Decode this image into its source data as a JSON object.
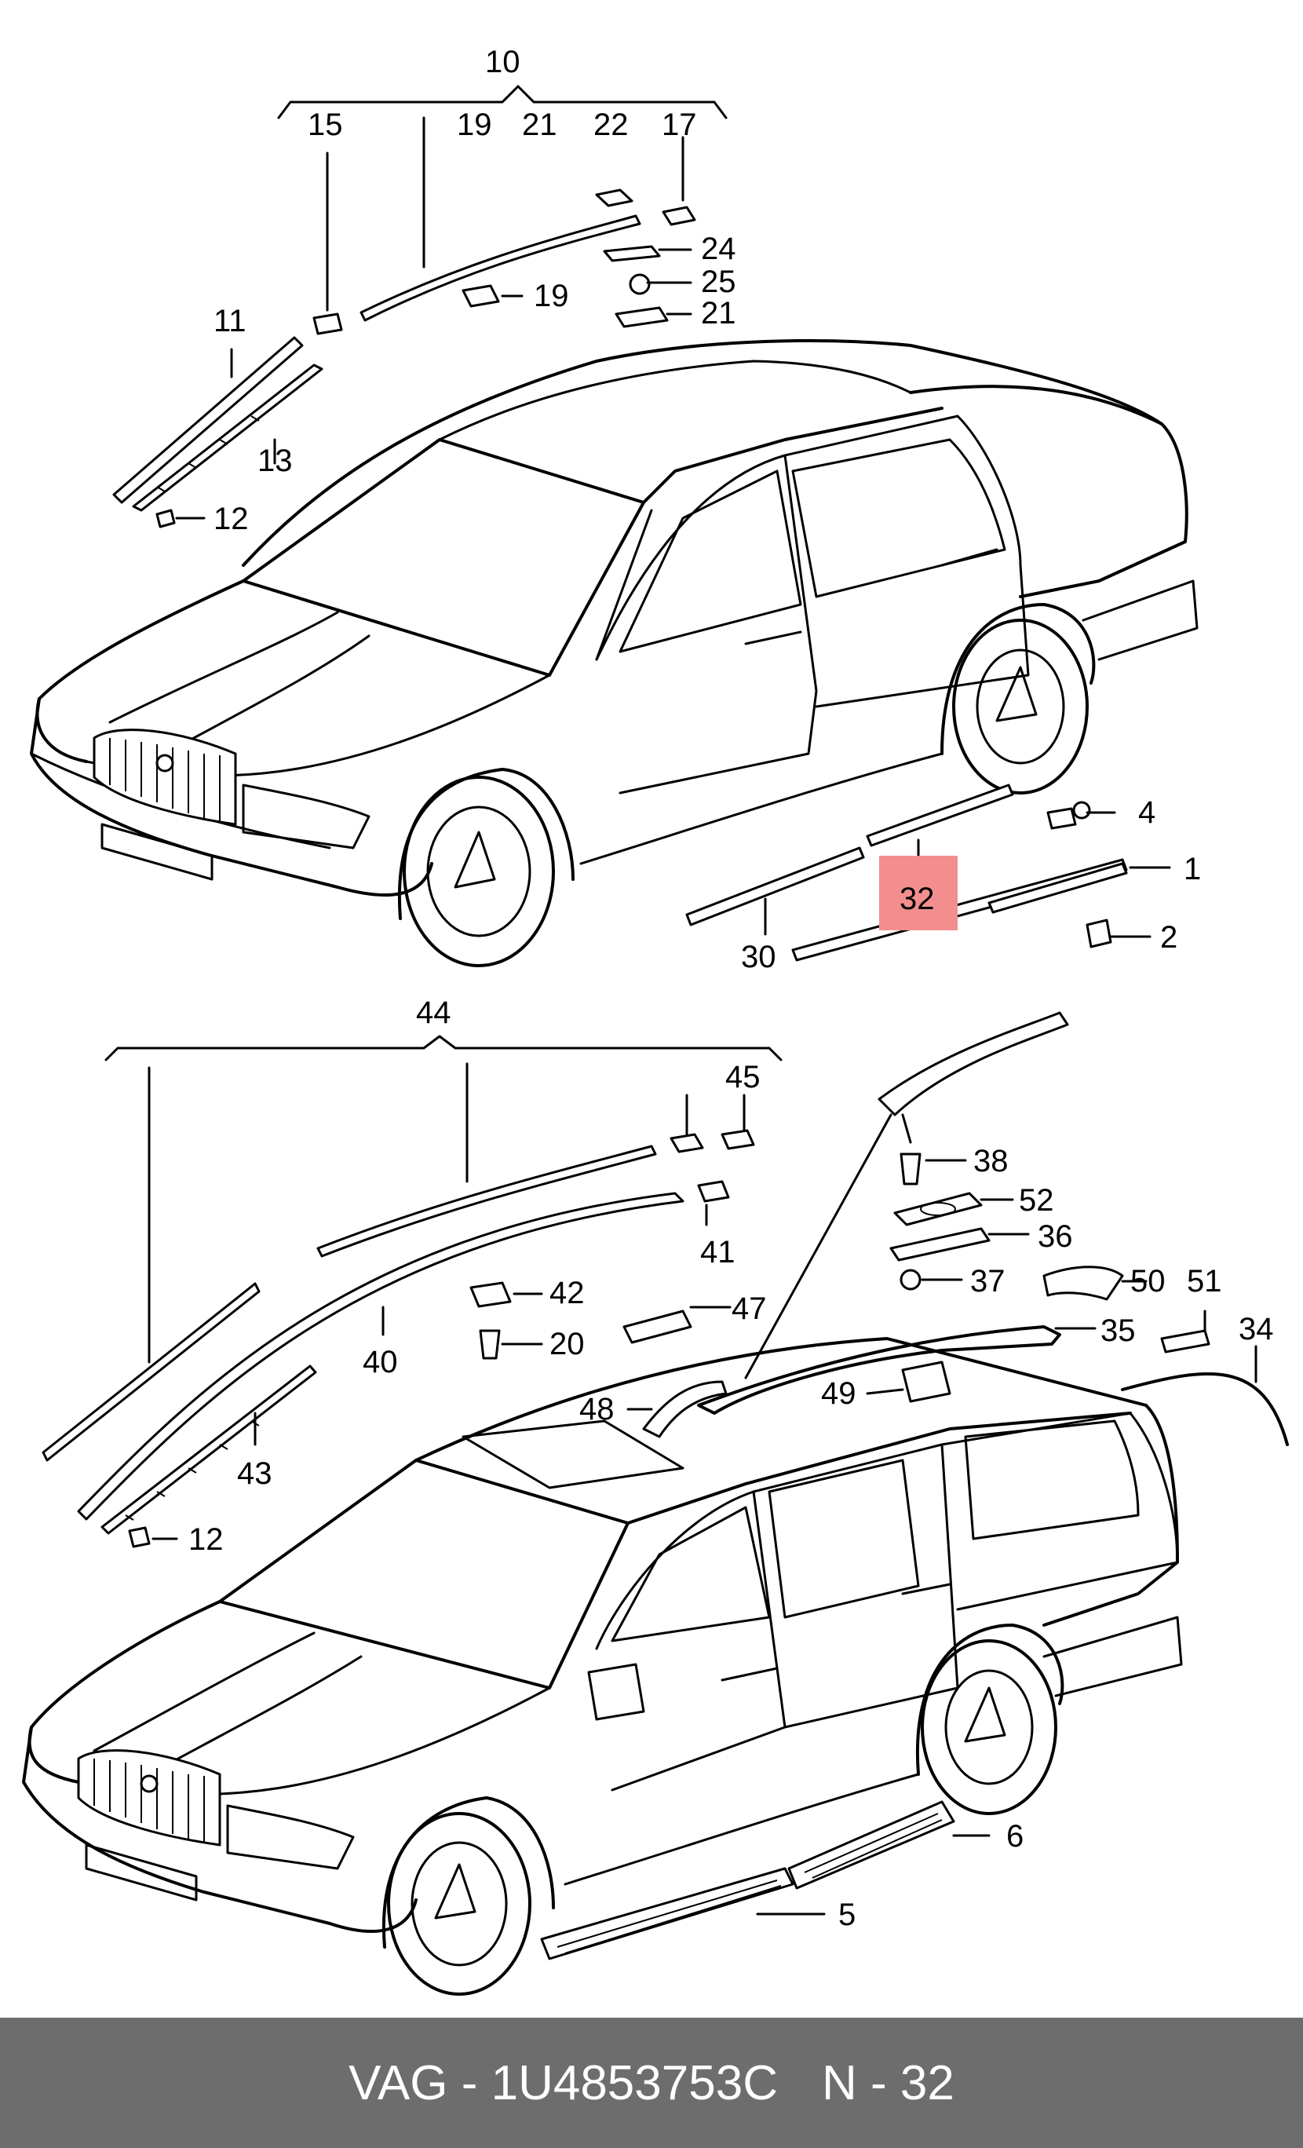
{
  "diagram": {
    "callouts": {
      "c10": "10",
      "c15": "15",
      "c19a": "19",
      "c21a": "21",
      "c22": "22",
      "c17": "17",
      "c24": "24",
      "c25": "25",
      "c19b": "19",
      "c21b": "21",
      "c11": "11",
      "c13": "13",
      "c12a": "12",
      "c4": "4",
      "c1": "1",
      "c2": "2",
      "c32": "32",
      "c30": "30",
      "c44": "44",
      "c45": "45",
      "c41": "41",
      "c42": "42",
      "c20": "20",
      "c40": "40",
      "c43": "43",
      "c12b": "12",
      "c38": "38",
      "c52": "52",
      "c36": "36",
      "c37": "37",
      "c50": "50",
      "c51": "51",
      "c34": "34",
      "c35": "35",
      "c47": "47",
      "c48": "48",
      "c49": "49",
      "c6": "6",
      "c5": "5"
    },
    "highlight_part": "32",
    "highlight_color": "#f38e8e"
  },
  "footer": {
    "brand_part": "VAG - 1U4853753C",
    "page_ref": "N - 32",
    "background": "#6d6d6d"
  }
}
